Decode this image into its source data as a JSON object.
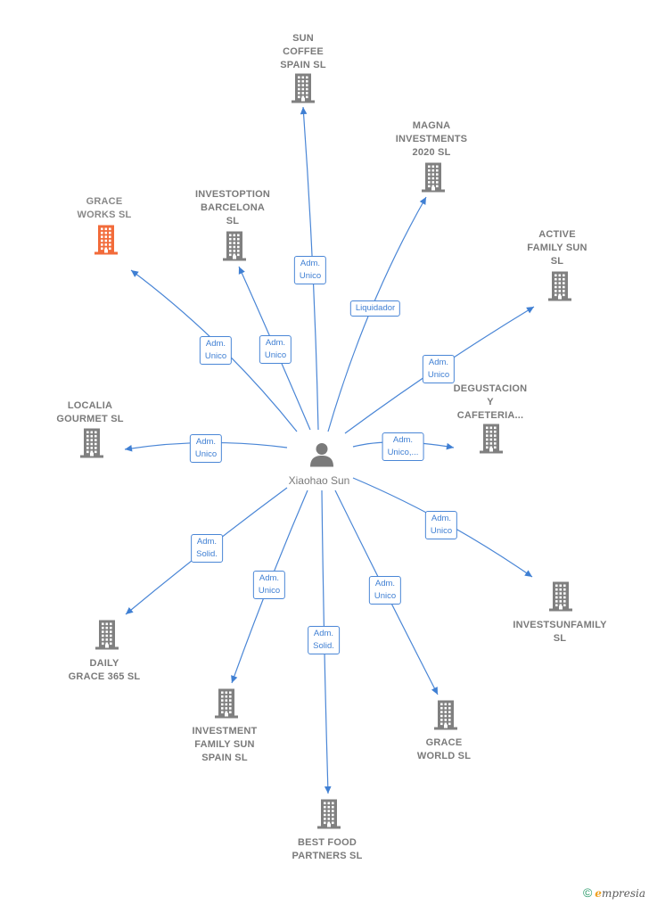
{
  "center": {
    "name": "Xiaohao Sun",
    "icon": "person-icon"
  },
  "colors": {
    "edge": "#4a86d6",
    "building": "#808080",
    "highlight_building": "#f26b3a",
    "label": "#7a7a7a"
  },
  "nodes": [
    {
      "id": "sun_coffee",
      "lines": [
        "SUN",
        "COFFEE",
        "SPAIN  SL"
      ],
      "highlight": false
    },
    {
      "id": "magna",
      "lines": [
        "MAGNA",
        "INVESTMENTS",
        "2020  SL"
      ],
      "highlight": false
    },
    {
      "id": "grace_works",
      "lines": [
        "GRACE",
        "WORKS  SL"
      ],
      "highlight": true
    },
    {
      "id": "investoption",
      "lines": [
        "INVESTOPTION",
        "BARCELONA",
        "SL"
      ],
      "highlight": false
    },
    {
      "id": "active_family",
      "lines": [
        "ACTIVE",
        "FAMILY SUN",
        "SL"
      ],
      "highlight": false
    },
    {
      "id": "localia",
      "lines": [
        "LOCALIA",
        "GOURMET  SL"
      ],
      "highlight": false
    },
    {
      "id": "degustacion",
      "lines": [
        "DEGUSTACION",
        "Y",
        "CAFETERIA..."
      ],
      "highlight": false
    },
    {
      "id": "investsunfamily",
      "lines": [
        "INVESTSUNFAMILY",
        "SL"
      ],
      "highlight": false
    },
    {
      "id": "daily_grace",
      "lines": [
        "DAILY",
        "GRACE 365  SL"
      ],
      "highlight": false
    },
    {
      "id": "investment_family",
      "lines": [
        "INVESTMENT",
        "FAMILY SUN",
        "SPAIN  SL"
      ],
      "highlight": false
    },
    {
      "id": "grace_world",
      "lines": [
        "GRACE",
        "WORLD  SL"
      ],
      "highlight": false
    },
    {
      "id": "best_food",
      "lines": [
        "BEST FOOD",
        "PARTNERS  SL"
      ],
      "highlight": false
    }
  ],
  "edges": [
    {
      "to": "sun_coffee",
      "label": [
        "Adm.",
        "Unico"
      ]
    },
    {
      "to": "magna",
      "label": [
        "Liquidador"
      ]
    },
    {
      "to": "grace_works",
      "label": [
        "Adm.",
        "Unico"
      ]
    },
    {
      "to": "investoption",
      "label": [
        "Adm.",
        "Unico"
      ]
    },
    {
      "to": "active_family",
      "label": [
        "Adm.",
        "Unico"
      ]
    },
    {
      "to": "localia",
      "label": [
        "Adm.",
        "Unico"
      ]
    },
    {
      "to": "degustacion",
      "label": [
        "Adm.",
        "Unico,..."
      ]
    },
    {
      "to": "investsunfamily",
      "label": [
        "Adm.",
        "Unico"
      ]
    },
    {
      "to": "daily_grace",
      "label": [
        "Adm.",
        "Solid."
      ]
    },
    {
      "to": "investment_family",
      "label": [
        "Adm.",
        "Unico"
      ]
    },
    {
      "to": "grace_world",
      "label": [
        "Adm.",
        "Unico"
      ]
    },
    {
      "to": "best_food",
      "label": [
        "Adm.",
        "Solid."
      ]
    }
  ],
  "brand": {
    "copyright": "©",
    "first_letter": "e",
    "rest": "mpresia"
  }
}
